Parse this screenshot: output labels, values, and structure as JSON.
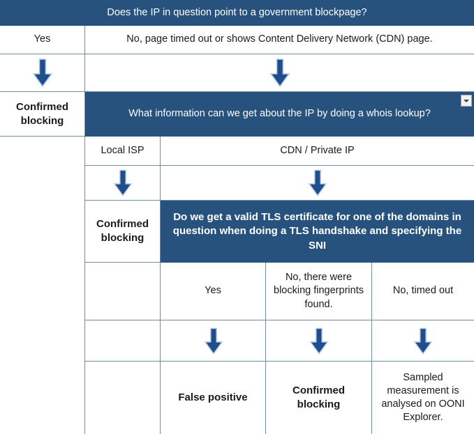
{
  "diagram": {
    "title_band": "Does the IP in question point to a government blockpage?",
    "row_yes_no": {
      "left": "Yes",
      "right": "No, page timed out or shows Content Delivery Network (CDN) page."
    },
    "outcome_1": "Confirmed blocking",
    "question_2": "What information can we get about the IP by doing a whois lookup?",
    "row_whois": {
      "left": "Local ISP",
      "right": "CDN / Private IP"
    },
    "outcome_2": "Confirmed blocking",
    "question_3": "Do we get a valid TLS certificate for one of the domains in question when doing a TLS handshake and specifying the SNI",
    "row_tls": {
      "col1": "Yes",
      "col2": "No, there were blocking fingerprints found.",
      "col3": "No, timed out"
    },
    "row_final": {
      "col1": "False positive",
      "col2": "Confirmed blocking",
      "col3": "Sampled measurement is analysed on OONI Explorer."
    },
    "icons": {
      "down_arrow": "down-arrow-icon",
      "filter_dropdown": "chevron-down-icon"
    },
    "colors": {
      "band_blue": "#26527d",
      "arrow_blue": "#1f4e8c",
      "arrow_outline": "#b9cde5",
      "grid_line": "#6f8f9b",
      "background": "#ffffff",
      "text": "#1a1a1a",
      "band_text": "#ffffff"
    }
  }
}
